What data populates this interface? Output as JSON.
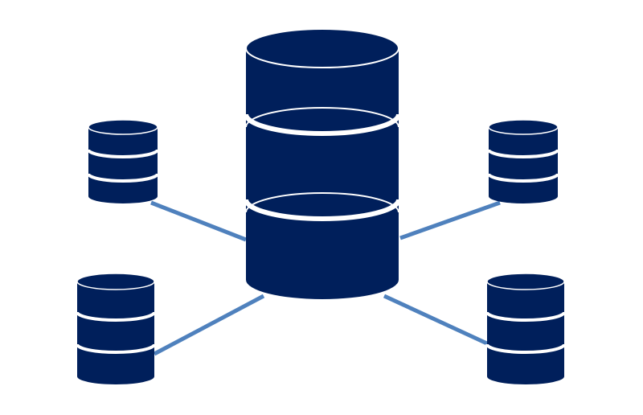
{
  "diagram": {
    "kind": "database-network",
    "colors": {
      "background": "#ffffff",
      "database_fill": "#001f5b",
      "database_separator": "#ffffff",
      "connector": "#4f81bd"
    },
    "nodes": [
      {
        "id": "central-database",
        "role": "central",
        "icon": "database-cylinder-icon",
        "segments": 3
      },
      {
        "id": "database-top-left",
        "role": "peripheral",
        "icon": "database-cylinder-icon",
        "segments": 3
      },
      {
        "id": "database-top-right",
        "role": "peripheral",
        "icon": "database-cylinder-icon",
        "segments": 3
      },
      {
        "id": "database-bottom-left",
        "role": "peripheral",
        "icon": "database-cylinder-icon",
        "segments": 3
      },
      {
        "id": "database-bottom-right",
        "role": "peripheral",
        "icon": "database-cylinder-icon",
        "segments": 3
      }
    ],
    "edges": [
      {
        "from": "central-database",
        "to": "database-top-left"
      },
      {
        "from": "central-database",
        "to": "database-top-right"
      },
      {
        "from": "central-database",
        "to": "database-bottom-left"
      },
      {
        "from": "central-database",
        "to": "database-bottom-right"
      }
    ]
  }
}
